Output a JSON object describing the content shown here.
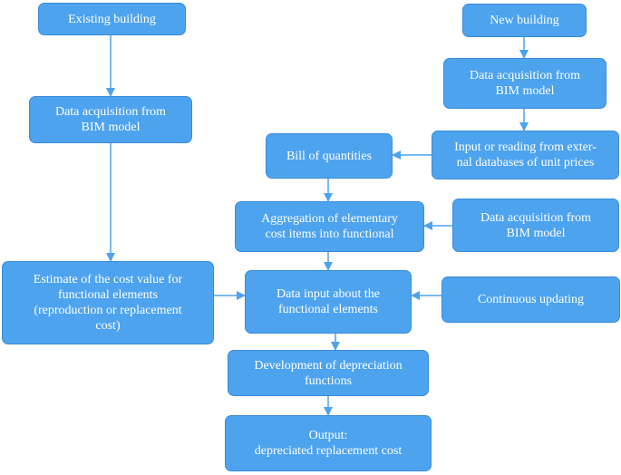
{
  "nodes": {
    "existing_building": {
      "lines": [
        "Existing building"
      ]
    },
    "new_building": {
      "lines": [
        "New building"
      ]
    },
    "data_acq_left": {
      "lines": [
        "Data acquisition from",
        "BIM model"
      ]
    },
    "data_acq_top_right": {
      "lines": [
        "Data acquisition from",
        "BIM model"
      ]
    },
    "input_reading": {
      "lines": [
        "Input or reading from exter-",
        "nal databases of unit prices"
      ]
    },
    "bill_of_quantities": {
      "lines": [
        "Bill of quantities"
      ]
    },
    "aggregation": {
      "lines": [
        "Aggregation of elementary",
        "cost items into functional"
      ]
    },
    "data_acq_mid_right": {
      "lines": [
        "Data acquisition from",
        "BIM model"
      ]
    },
    "estimate": {
      "lines": [
        "Estimate of the cost value for",
        "functional elements",
        "(reproduction or replacement",
        "cost)"
      ]
    },
    "data_input": {
      "lines": [
        "Data input about the",
        "functional elements"
      ]
    },
    "continuous_updating": {
      "lines": [
        "Continuous updating"
      ]
    },
    "depreciation": {
      "lines": [
        "Development of depreciation",
        "functions"
      ]
    },
    "output": {
      "lines": [
        "Output:",
        "depreciated replacement cost"
      ]
    }
  },
  "colors": {
    "box_fill": "#4da3ee",
    "box_border": "#3a8bd8",
    "arrow": "#4da3ee",
    "text": "#ffffff"
  }
}
